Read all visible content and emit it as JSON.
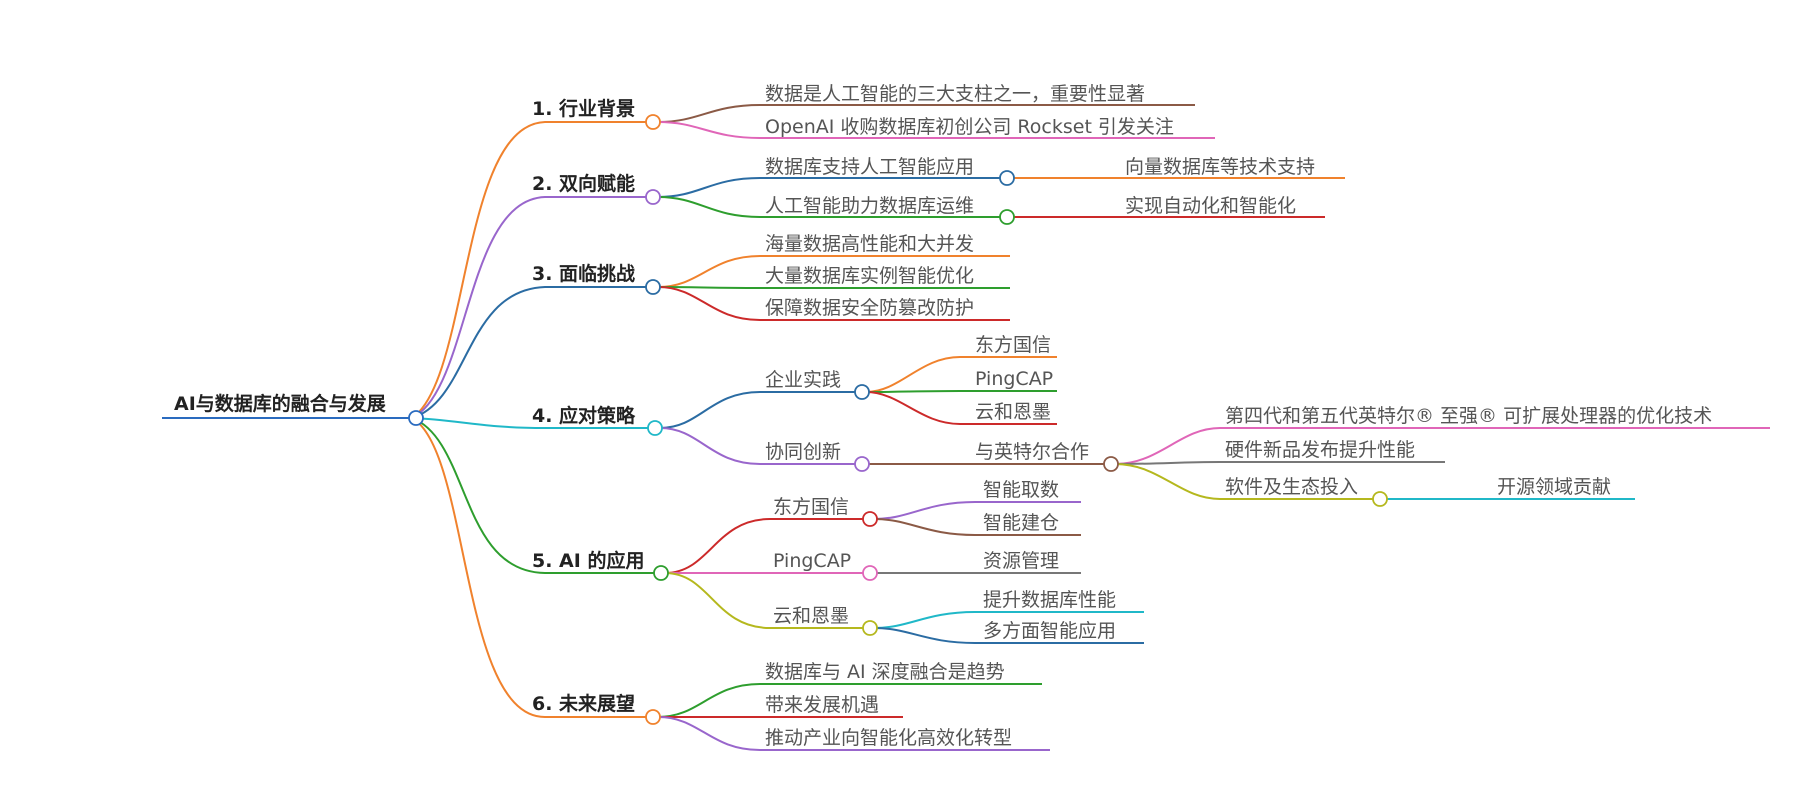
{
  "colors": {
    "root": "#2a6bbf",
    "orange": "#f0822d",
    "purple": "#9966cc",
    "blue": "#2b6ca3",
    "teal": "#20b8c8",
    "green": "#2e9e2e",
    "brown": "#8b5a46",
    "pink": "#e066b8",
    "red": "#cc2a2a",
    "olive": "#b5b81e",
    "gray": "#777777"
  },
  "root": {
    "label": "AI与数据库的融合与发展"
  },
  "sections": [
    {
      "label": "1. 行业背景",
      "items": [
        "数据是人工智能的三大支柱之一，重要性显著",
        "OpenAI 收购数据库初创公司 Rockset 引发关注"
      ]
    },
    {
      "label": "2. 双向赋能",
      "items": [
        {
          "label": "数据库支持人工智能应用",
          "child": "向量数据库等技术支持"
        },
        {
          "label": "人工智能助力数据库运维",
          "child": "实现自动化和智能化"
        }
      ]
    },
    {
      "label": "3. 面临挑战",
      "items": [
        "海量数据高性能和大并发",
        "大量数据库实例智能优化",
        "保障数据安全防篡改防护"
      ]
    },
    {
      "label": "4. 应对策略",
      "enterprise": {
        "label": "企业实践",
        "items": [
          "东方国信",
          "PingCAP",
          "云和恩墨"
        ]
      },
      "cooperation": {
        "label": "协同创新",
        "partner": "与英特尔合作",
        "items": [
          "第四代和第五代英特尔® 至强® 可扩展处理器的优化技术",
          "硬件新品发布提升性能"
        ],
        "software": {
          "label": "软件及生态投入",
          "child": "开源领域贡献"
        }
      }
    },
    {
      "label": "5. AI 的应用",
      "companies": [
        {
          "label": "东方国信",
          "items": [
            "智能取数",
            "智能建仓"
          ]
        },
        {
          "label": "PingCAP",
          "items": [
            "资源管理"
          ]
        },
        {
          "label": "云和恩墨",
          "items": [
            "提升数据库性能",
            "多方面智能应用"
          ]
        }
      ]
    },
    {
      "label": "6. 未来展望",
      "items": [
        "数据库与 AI 深度融合是趋势",
        "带来发展机遇",
        "推动产业向智能化高效化转型"
      ]
    }
  ]
}
